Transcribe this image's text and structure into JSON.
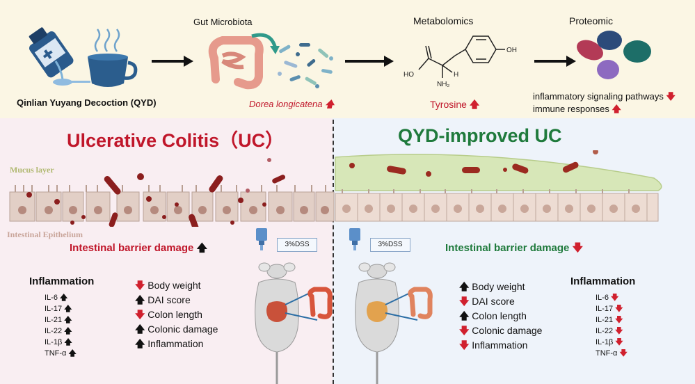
{
  "top": {
    "drug_label": "Qinlian Yuyang Decoction (QYD)",
    "gut_label": "Gut Microbiota",
    "dorea_label": "Dorea longicatena",
    "metabolomics_label": "Metabolomics",
    "tyrosine_label": "Tyrosine",
    "proteomic_label": "Proteomic",
    "pathway_label": "inflammatory signaling pathways",
    "immune_label": "immune responses",
    "molecule": {
      "oh": "OH",
      "ho": "HO",
      "nh2": "NH₂",
      "h": "H"
    }
  },
  "left": {
    "title": "Ulcerative Colitis（UC）",
    "mucus_label": "Mucus layer",
    "epithelium_label": "Intestinal Epithelium",
    "barrier_label": "Intestinal barrier damage",
    "dss_label": "3%DSS",
    "inflammation_heading": "Inflammation",
    "cytokines": [
      "IL-6",
      "IL-17",
      "IL-21",
      "IL-22",
      "IL-1β",
      "TNF-α"
    ],
    "effects": [
      {
        "dir": "down",
        "text": "Body weight"
      },
      {
        "dir": "up",
        "text": "DAI score"
      },
      {
        "dir": "down",
        "text": "Colon length"
      },
      {
        "dir": "up",
        "text": "Colonic damage"
      },
      {
        "dir": "up",
        "text": "Inflammation"
      }
    ]
  },
  "right": {
    "title": "QYD-improved UC",
    "barrier_label": "Intestinal barrier damage",
    "dss_label": "3%DSS",
    "inflammation_heading": "Inflammation",
    "cytokines": [
      "IL-6",
      "IL-17",
      "IL-21",
      "IL-22",
      "IL-1β",
      "TNF-α"
    ],
    "effects": [
      {
        "dir": "up",
        "text": "Body weight"
      },
      {
        "dir": "down",
        "text": "DAI score"
      },
      {
        "dir": "up",
        "text": "Colon length"
      },
      {
        "dir": "down",
        "text": "Colonic damage"
      },
      {
        "dir": "down",
        "text": "Inflammation"
      }
    ]
  },
  "colors": {
    "uc_red": "#c0162a",
    "qyd_green": "#1f7a3c",
    "arrow_down": "#d0202e",
    "arrow_up": "#111111"
  }
}
